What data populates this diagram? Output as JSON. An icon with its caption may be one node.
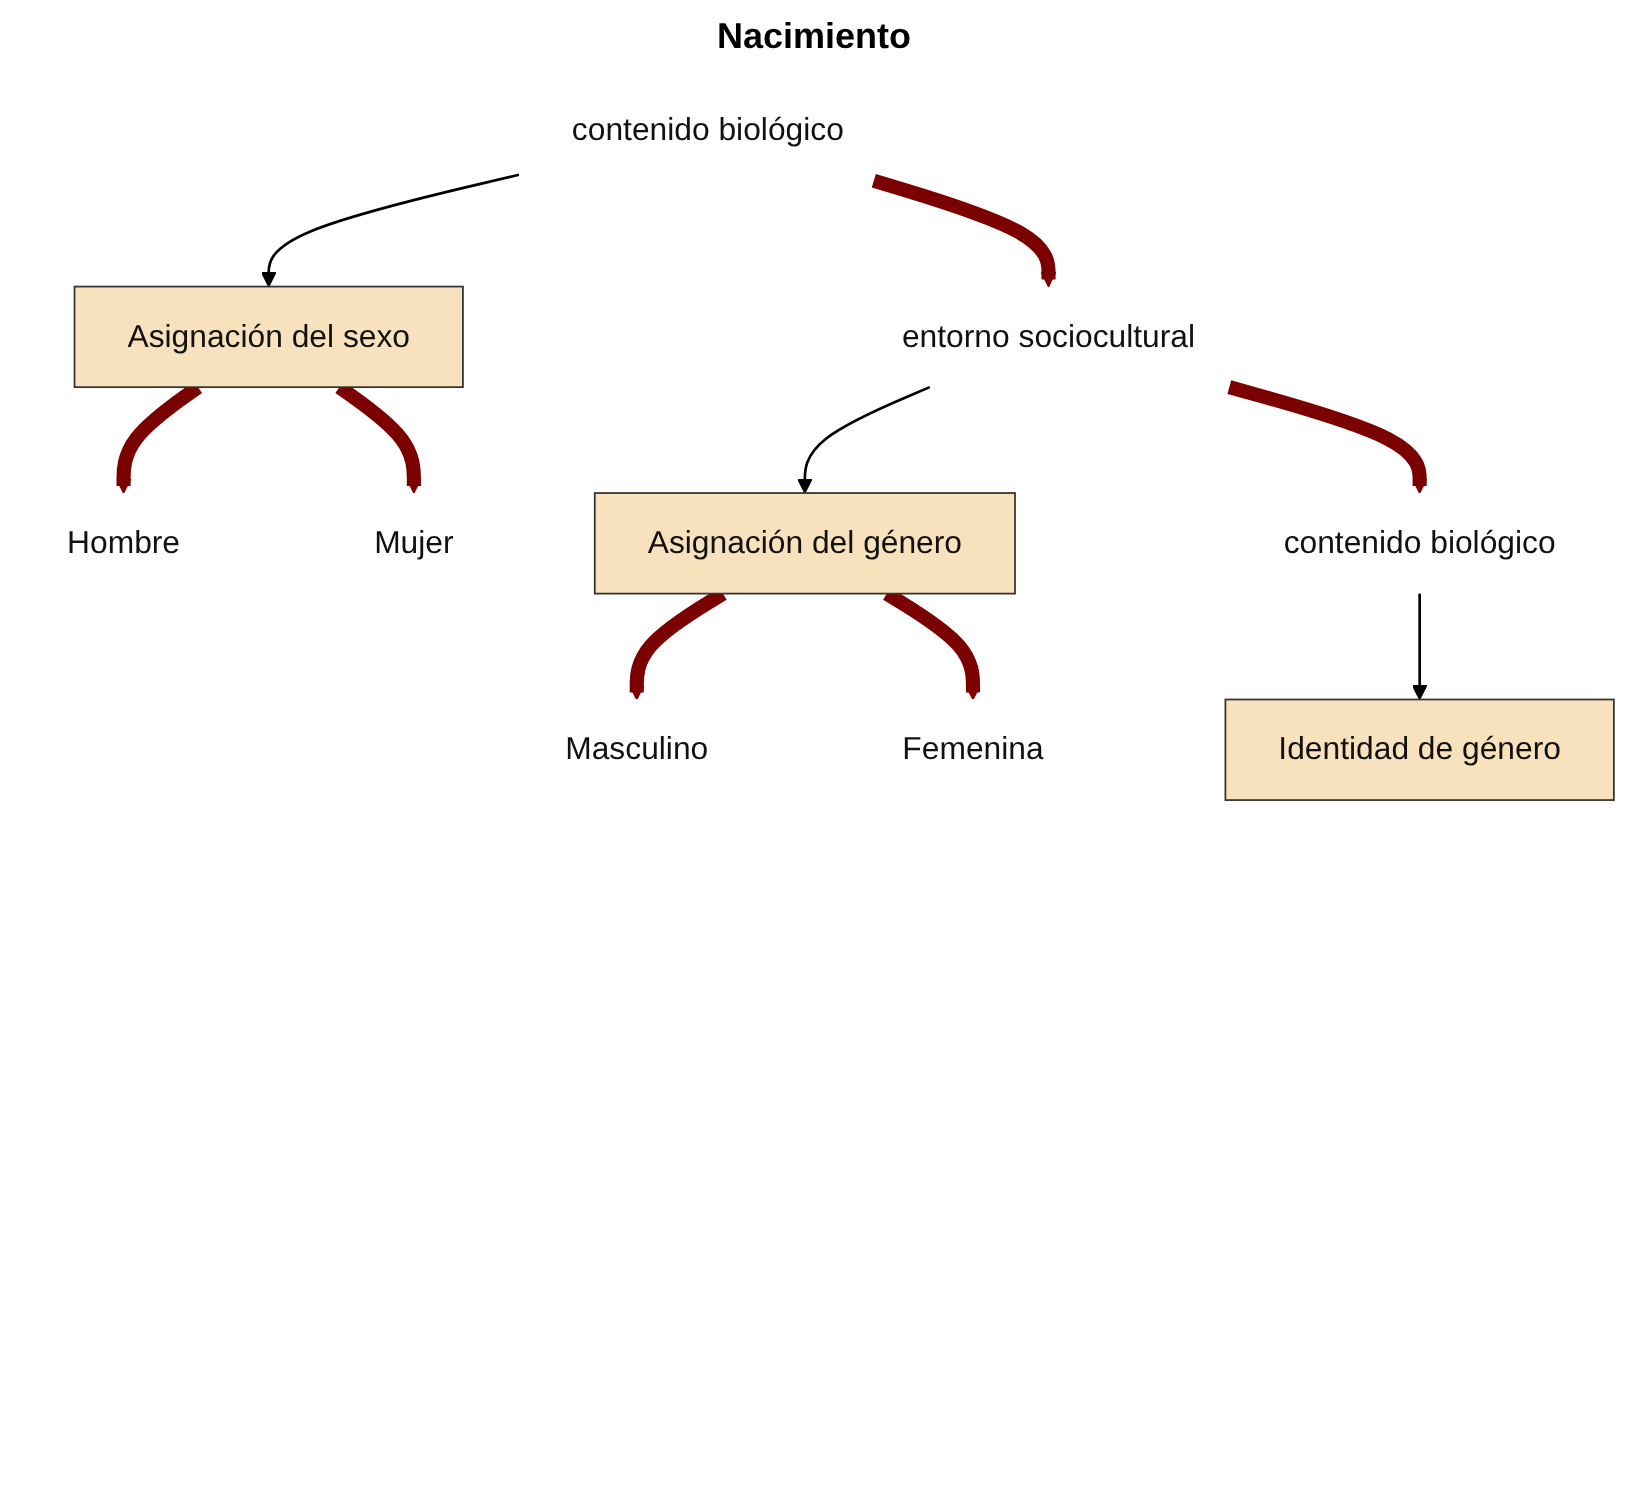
{
  "diagram": {
    "title": "Nacimiento",
    "nodes": [
      {
        "text": [
          "Asignación del sexo"
        ]
      },
      {
        "text": [
          "contenido biológico"
        ]
      },
      {
        "text": [
          "Hombre"
        ]
      },
      {
        "text": [
          "Mujer"
        ]
      },
      {
        "text": [
          "Asignación del género"
        ]
      },
      {
        "text": [
          "entorno sociocultural"
        ]
      },
      {
        "text": [
          "Masculino"
        ]
      },
      {
        "text": [
          "Femenina"
        ]
      },
      {
        "text": [
          "Identidad de género"
        ]
      },
      {
        "text": [
          "contenido biológico"
        ]
      }
    ],
    "edges": [
      {
        "from": 1,
        "to": 0,
        "arrow": "to",
        "color": "#000000"
      },
      {
        "from": 0,
        "to": 2,
        "arrow": "to"
      },
      {
        "from": 0,
        "to": 3,
        "arrow": "to"
      },
      {
        "from": 1,
        "to": 5,
        "arrow": "to"
      },
      {
        "from": 5,
        "to": 4,
        "arrow": "to",
        "color": "#000000"
      },
      {
        "from": 4,
        "to": 6,
        "arrow": "to"
      },
      {
        "from": 4,
        "to": 7,
        "arrow": "to"
      },
      {
        "from": 5,
        "to": 9,
        "arrow": "to"
      },
      {
        "from": 9,
        "to": 8,
        "arrow": "to",
        "color": "#000000"
      }
    ]
  }
}
